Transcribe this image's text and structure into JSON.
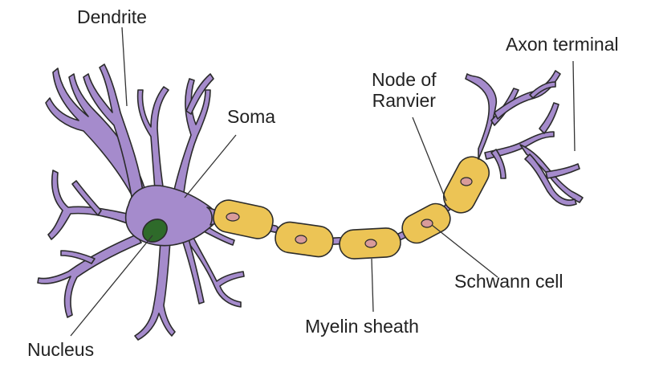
{
  "diagram": {
    "colors": {
      "cell_body": "#a58bcc",
      "outline": "#2b2b2b",
      "myelin": "#ecc455",
      "schwann_nucleus": "#d99b9a",
      "nucleus": "#2e6a2a",
      "leader_line": "#333333"
    },
    "labels": {
      "dendrite": "Dendrite",
      "soma": "Soma",
      "node_line1": "Node of",
      "node_line2": "Ranvier",
      "axon_terminal": "Axon terminal",
      "schwann_cell": "Schwann cell",
      "myelin_sheath": "Myelin sheath",
      "nucleus": "Nucleus"
    }
  }
}
